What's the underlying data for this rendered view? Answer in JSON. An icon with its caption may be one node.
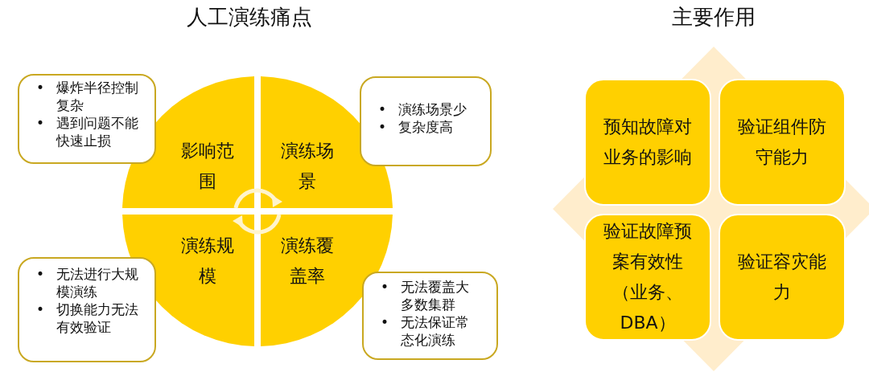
{
  "diagram": {
    "nodes": [
      {
        "text": [
          "影响范围"
        ]
      },
      {
        "text": [
          "演练场景"
        ]
      },
      {
        "text": [
          "演练规模"
        ]
      },
      {
        "text": [
          "演练覆盖率"
        ]
      },
      {
        "text": [
          "•",
          "爆炸半径控制复杂",
          "•",
          "遇到问题不能快速止损"
        ]
      },
      {
        "text": [
          "•",
          "演练场景少",
          "•",
          "复杂度高"
        ]
      },
      {
        "text": [
          "•",
          "无法进行大规模演练",
          "•",
          "切换能力无法有效验证"
        ]
      },
      {
        "text": [
          "•",
          "无法覆盖大多数集群",
          "•",
          "无法保证常态化演练"
        ]
      },
      {
        "text": [
          "预知故障对业务的影响"
        ]
      },
      {
        "text": [
          "验证组件防守能力"
        ]
      },
      {
        "text": [
          "验证故障预案有效性（业务、DBA）"
        ]
      },
      {
        "text": [
          "验证容灾能力"
        ]
      }
    ],
    "labels": [
      "人工演练痛点",
      "主要作用"
    ]
  }
}
